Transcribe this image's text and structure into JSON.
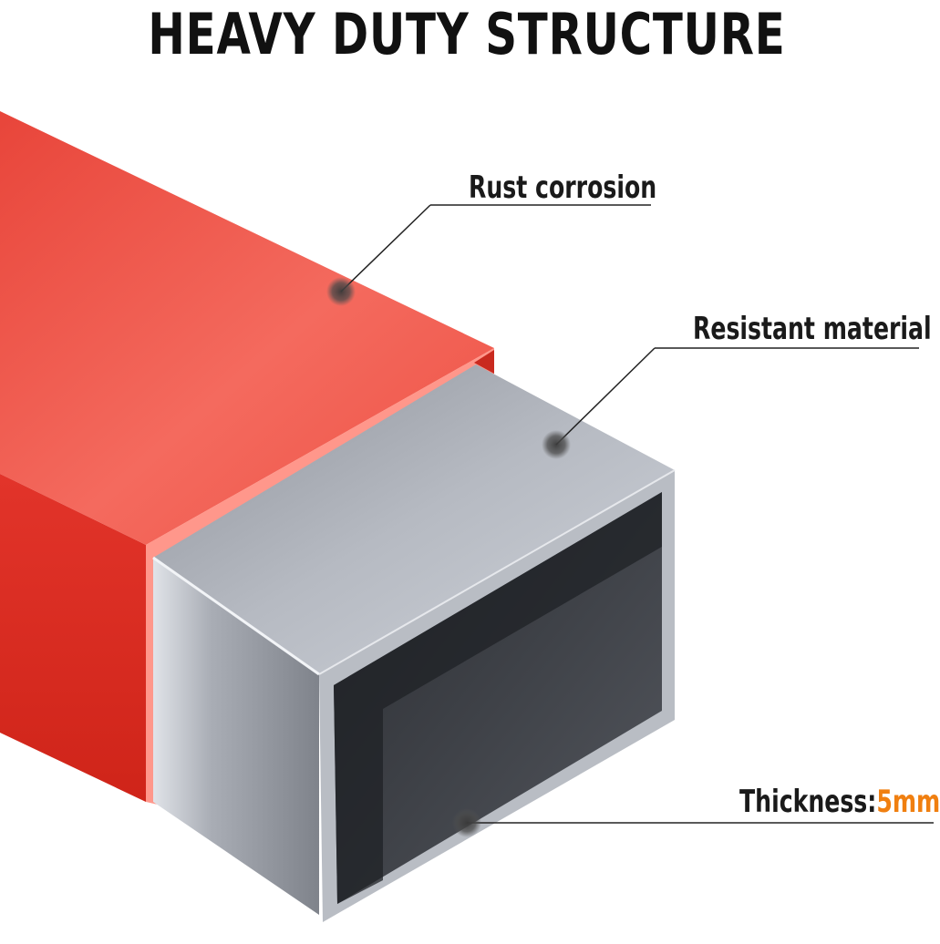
{
  "header": {
    "title": "HEAVY DUTY STRUCTURE"
  },
  "callouts": {
    "rust": "Rust corrosion",
    "resistant": "Resistant material",
    "thickness_label": "Thickness:",
    "thickness_value": "5mm"
  },
  "colors": {
    "outer_tube": "#ea3a2d",
    "inner_tube": "#9ea2aa",
    "accent": "#f07f10",
    "text": "#1a1a1a"
  }
}
